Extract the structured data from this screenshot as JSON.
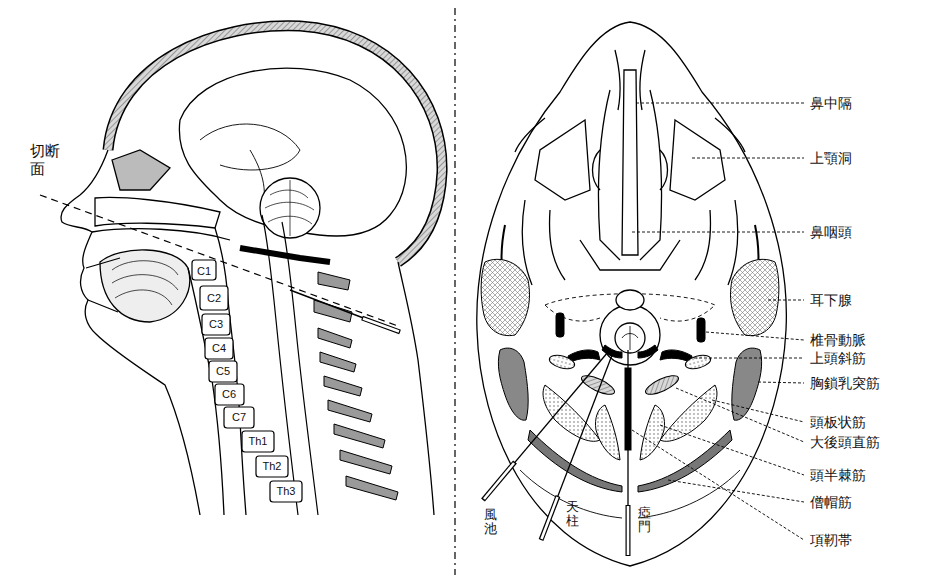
{
  "diagram": {
    "labels": [
      "切断面",
      "C1",
      "C2",
      "C3",
      "C4",
      "C5",
      "C6",
      "C7",
      "Th1",
      "Th2",
      "Th3",
      "鼻中隔",
      "上顎洞",
      "鼻咽頭",
      "耳下腺",
      "椎骨動脈",
      "上頭斜筋",
      "胸鎖乳突筋",
      "頭板状筋",
      "大後頭直筋",
      "頭半棘筋",
      "僧帽筋",
      "項靭帯",
      "風池",
      "天柱",
      "瘂門"
    ]
  }
}
